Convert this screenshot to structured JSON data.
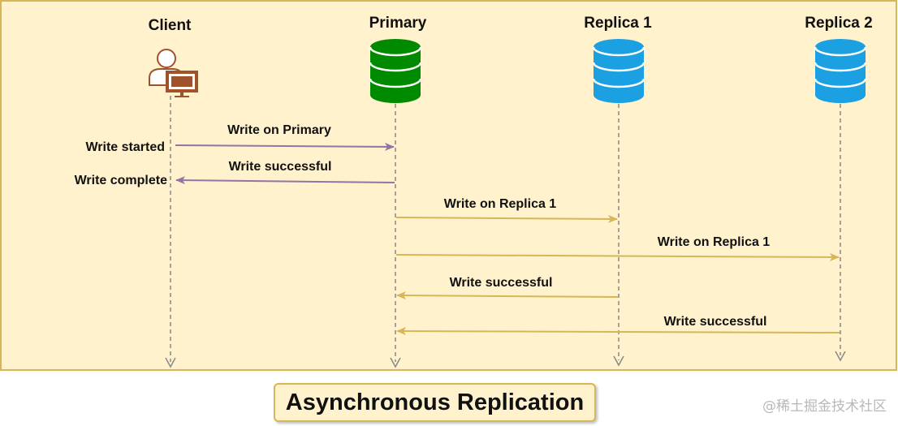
{
  "actors": {
    "client": "Client",
    "primary": "Primary",
    "replica1": "Replica 1",
    "replica2": "Replica 2"
  },
  "icons": {
    "client": "user-with-computer-icon",
    "primary": "database-icon",
    "replica1": "database-icon",
    "replica2": "database-icon"
  },
  "colors": {
    "background": "#fff2cc",
    "border": "#d6b656",
    "primary_db": "#008a00",
    "replica_db": "#1ba1e2",
    "client_icon": "#a0522d",
    "client_messages": "#9673a6",
    "replication_messages": "#d6b656"
  },
  "side_labels": {
    "write_started": "Write started",
    "write_complete": "Write complete"
  },
  "messages": [
    {
      "from": "client",
      "to": "primary",
      "label": "Write on Primary"
    },
    {
      "from": "primary",
      "to": "client",
      "label": "Write successful"
    },
    {
      "from": "primary",
      "to": "replica1",
      "label": "Write on Replica 1"
    },
    {
      "from": "primary",
      "to": "replica2",
      "label": "Write on Replica 1"
    },
    {
      "from": "replica1",
      "to": "primary",
      "label": "Write successful"
    },
    {
      "from": "replica2",
      "to": "primary",
      "label": "Write successful"
    }
  ],
  "title": "Asynchronous Replication",
  "watermark": "@稀土掘金技术社区"
}
